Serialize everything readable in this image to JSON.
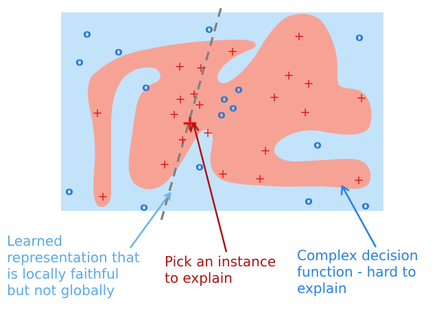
{
  "annotations": {
    "learned": "Learned\nrepresentation that\nis locally faithful\nbut not globally",
    "instance": "Pick an instance\nto explain",
    "complex": "Complex decision\nfunction - hard to\nexplain"
  },
  "symbols": {
    "positive": "+",
    "negative": "o"
  },
  "colors": {
    "background": "#c3e3fb",
    "region": "#f6a396",
    "positive": "#e01818",
    "negative": "#2a7ad2",
    "learned_line": "#808080",
    "arrow_learned": "#6ab4ec",
    "arrow_instance": "#b01010",
    "arrow_complex": "#2a80e0",
    "text_learned": "#5aaae8",
    "text_instance": "#b01010",
    "text_complex": "#2a80e0"
  }
}
